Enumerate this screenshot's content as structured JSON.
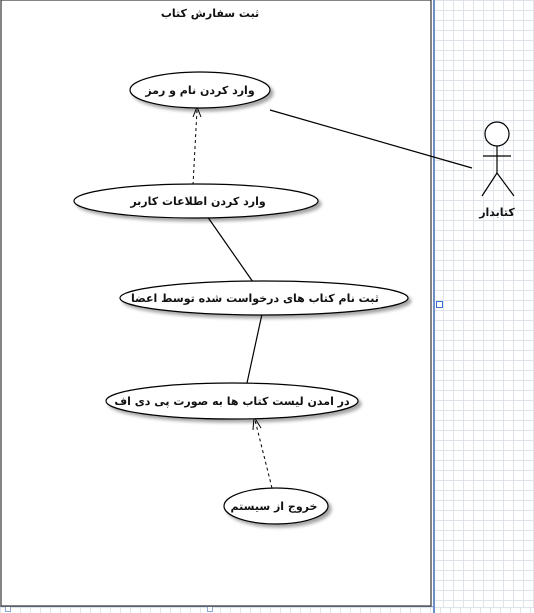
{
  "system": {
    "title": "ثبت سفارش کتاب"
  },
  "actor": {
    "label": "کتابدار"
  },
  "use_cases": {
    "login": "وارد کردن نام و رمز",
    "enter_user_info": "وارد کردن اطلاعات کاربر",
    "register_requested_books": "ثبت نام کتاب های درخواست شده توسط اعضا",
    "export_pdf": "در امدن لیست کتاب ها به صورت پی دی اف",
    "logout": "خروج از سیستم"
  },
  "colors": {
    "line": "#000000",
    "grid": "#dfe4ea",
    "page_border": "#6f8fc8",
    "handle": "#3b6fd1"
  }
}
